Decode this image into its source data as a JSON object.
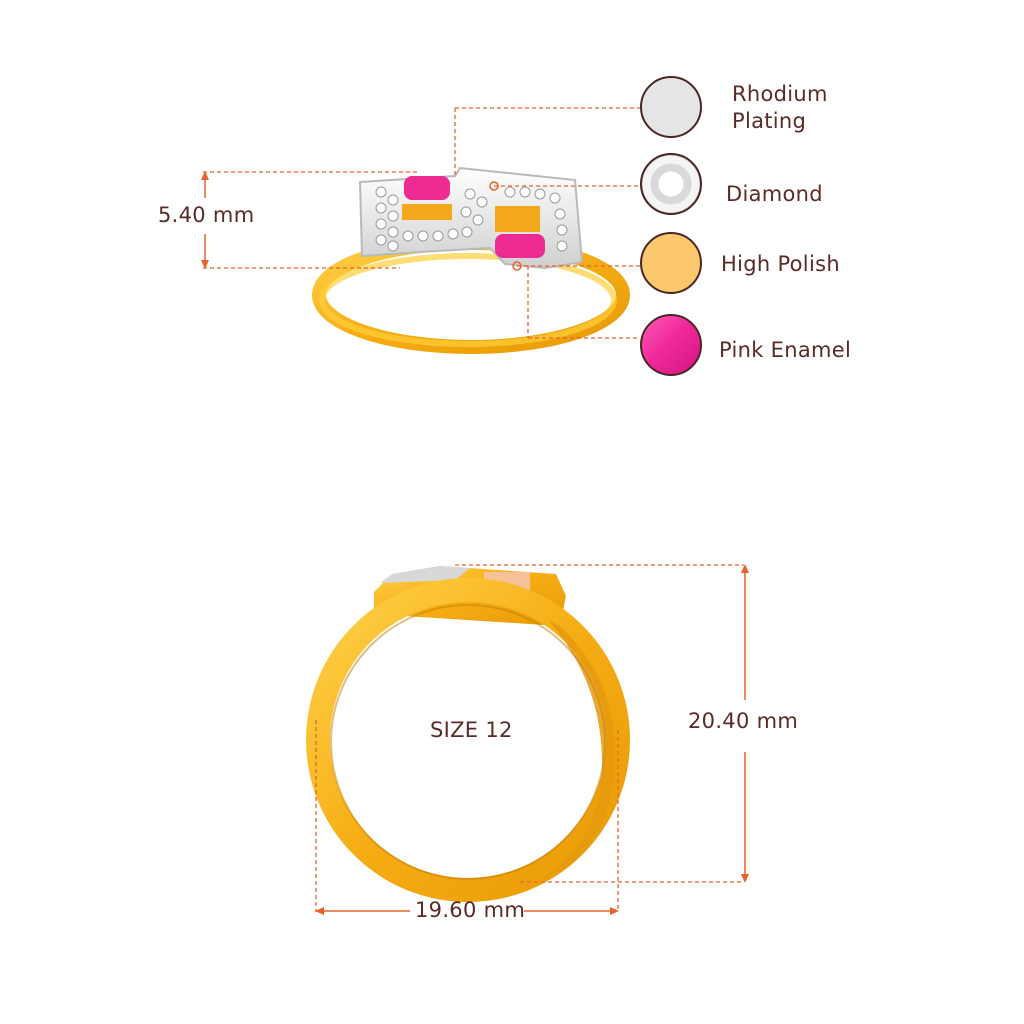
{
  "materials": [
    {
      "name": "Rhodium",
      "name_line2": "Plating",
      "color": "#e4e4e4"
    },
    {
      "name": "Diamond",
      "color": "#f4f4f4"
    },
    {
      "name": "High Polish",
      "color": "#fbc86d"
    },
    {
      "name": "Pink Enamel",
      "color": "#f0279a"
    }
  ],
  "dimensions": {
    "height": "5.40 mm",
    "total_height": "20.40 mm",
    "width": "19.60 mm",
    "size": "SIZE 12"
  },
  "colors": {
    "gold": "#f7b21b",
    "gold_dark": "#e49a0c",
    "rhodium": "#e6e6e6",
    "enamel": "#ee2a93",
    "guide": "#e8632a",
    "text": "#5a2a26"
  }
}
